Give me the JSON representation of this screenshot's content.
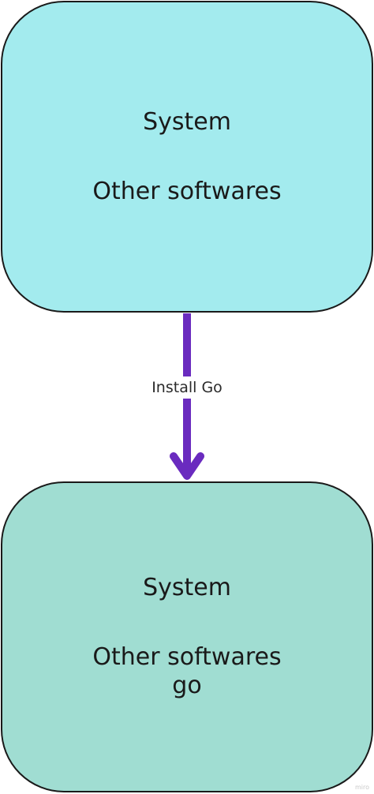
{
  "diagram": {
    "nodes": [
      {
        "id": "top",
        "lines": [
          "System",
          "Other softwares"
        ],
        "fill": "#a3ebee"
      },
      {
        "id": "bottom",
        "lines": [
          "System",
          "Other softwares",
          "go"
        ],
        "fill": "#a0ddd2"
      }
    ],
    "edge": {
      "label": "Install Go",
      "color": "#6a2bbf"
    },
    "watermark": "miro"
  }
}
